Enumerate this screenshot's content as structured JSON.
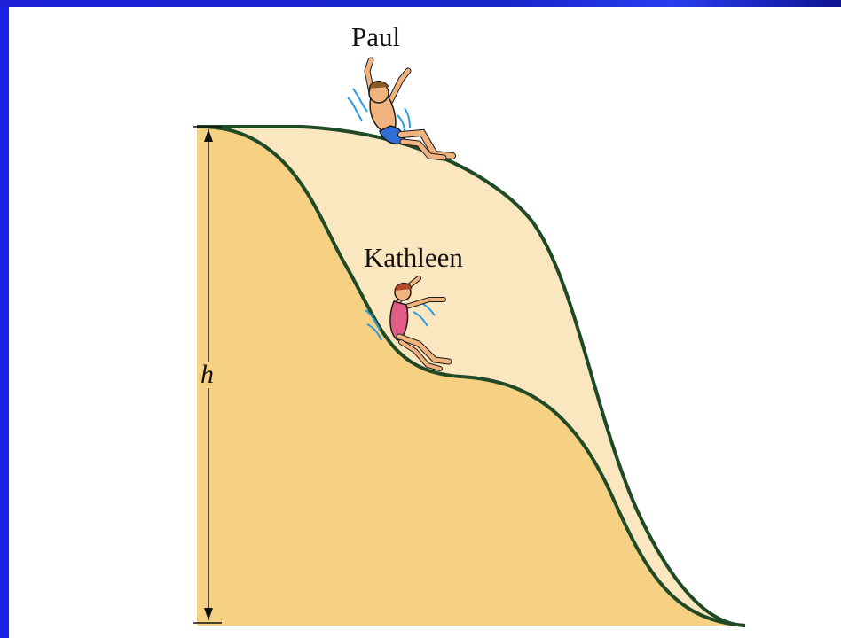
{
  "figure": {
    "labels": {
      "paul": "Paul",
      "kathleen": "Kathleen",
      "height": "h"
    }
  },
  "colors": {
    "frame": "#1a22e8",
    "background": "#ffffff",
    "hill_fill": "#f6d184",
    "paul_slide_fill": "#fae6bf",
    "outline": "#1f4a25",
    "paul_skin": "#f0b37e",
    "paul_trunks": "#2f6fd6",
    "kathleen_suit": "#e25c86",
    "water": "#2b9be0"
  }
}
